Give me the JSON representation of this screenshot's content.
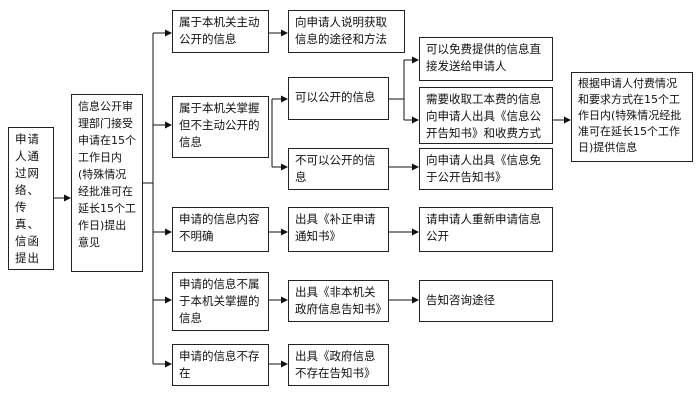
{
  "diagram": {
    "start_box": "申请人通过网络、传真、信函提出申请",
    "review_box": "信息公开审理部门接受申请在15个工作日内(特殊情况经批准可在延长15个工作日)提出意见",
    "cat_active": "属于本机关主动公开的信息",
    "cat_held": "属于本机关掌握但不主动公开的信息",
    "cat_unclear": "申请的信息内容不明确",
    "cat_not_held": "申请的信息不属于本机关掌握的信息",
    "cat_nonexistent": "申请的信息不存在",
    "act_explain": "向申请人说明获取信息的途径和方法",
    "act_can_disclose": "可以公开的信息",
    "act_cannot_disclose": "不可以公开的信息",
    "act_supplement": "出具《补正申请通知书》",
    "act_not_agency": "出具《非本机关政府信息告知书》",
    "act_nonexistent": "出具《政府信息不存在告知书》",
    "res_free": "可以免费提供的信息直接发送给申请人",
    "res_fee": "需要收取工本费的信息向申请人出具《信息公开告知书》和收费方式",
    "res_exempt": "向申请人出具《信息免于公开告知书》",
    "res_resubmit": "请申请人重新申请信息公开",
    "res_consult": "告知咨询途径",
    "final_box": "根据申请人付费情况和要求方式在15个工作日内(特殊情况经批准可在延长15个工作日)提供信息"
  }
}
